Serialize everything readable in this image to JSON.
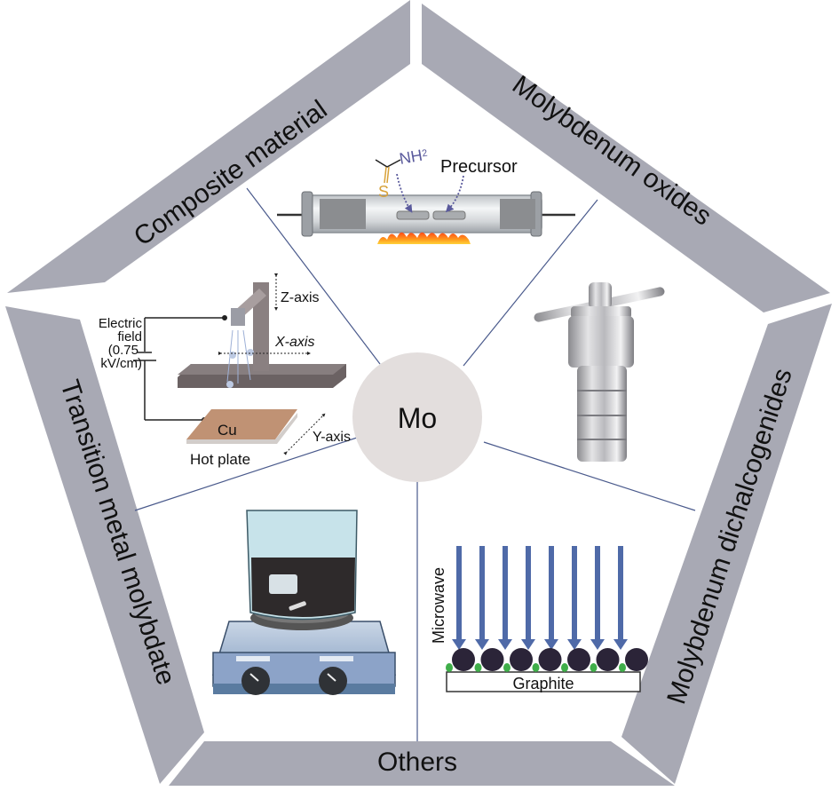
{
  "center": {
    "label": "Mo"
  },
  "sections": [
    {
      "id": "composite",
      "label": "Composite material"
    },
    {
      "id": "oxides",
      "label": "Molybdenum oxides"
    },
    {
      "id": "dichalcogenides",
      "label": "Molybdenum dichalcogenides"
    },
    {
      "id": "others",
      "label": "Others"
    },
    {
      "id": "molybdate",
      "label": "Transition metal molybdate"
    }
  ],
  "cvd": {
    "precursor_label": "Precursor",
    "nh2_label": "NH",
    "nh2_sub": "2",
    "s_label": "S"
  },
  "electrospinning": {
    "field_lines": [
      "Electric",
      "field",
      "(0.75",
      "kV/cm)"
    ],
    "z_axis": "Z-axis",
    "x_axis": "X-axis",
    "y_axis": "Y-axis",
    "cu": "Cu",
    "hot_plate": "Hot plate"
  },
  "microwave": {
    "microwave_label": "Microwave",
    "graphite_label": "Graphite",
    "arrow_count": 8,
    "particle_count": 7
  },
  "colors": {
    "band": "#a8a9b4",
    "spoke": "#4a5a8c",
    "center": "#e3dedd",
    "arrow": "#4f6aa8",
    "particle": "#2b2438",
    "dot_green": "#3fae49",
    "sulfur": "#d8a23a",
    "amine": "#5a5a9c"
  }
}
